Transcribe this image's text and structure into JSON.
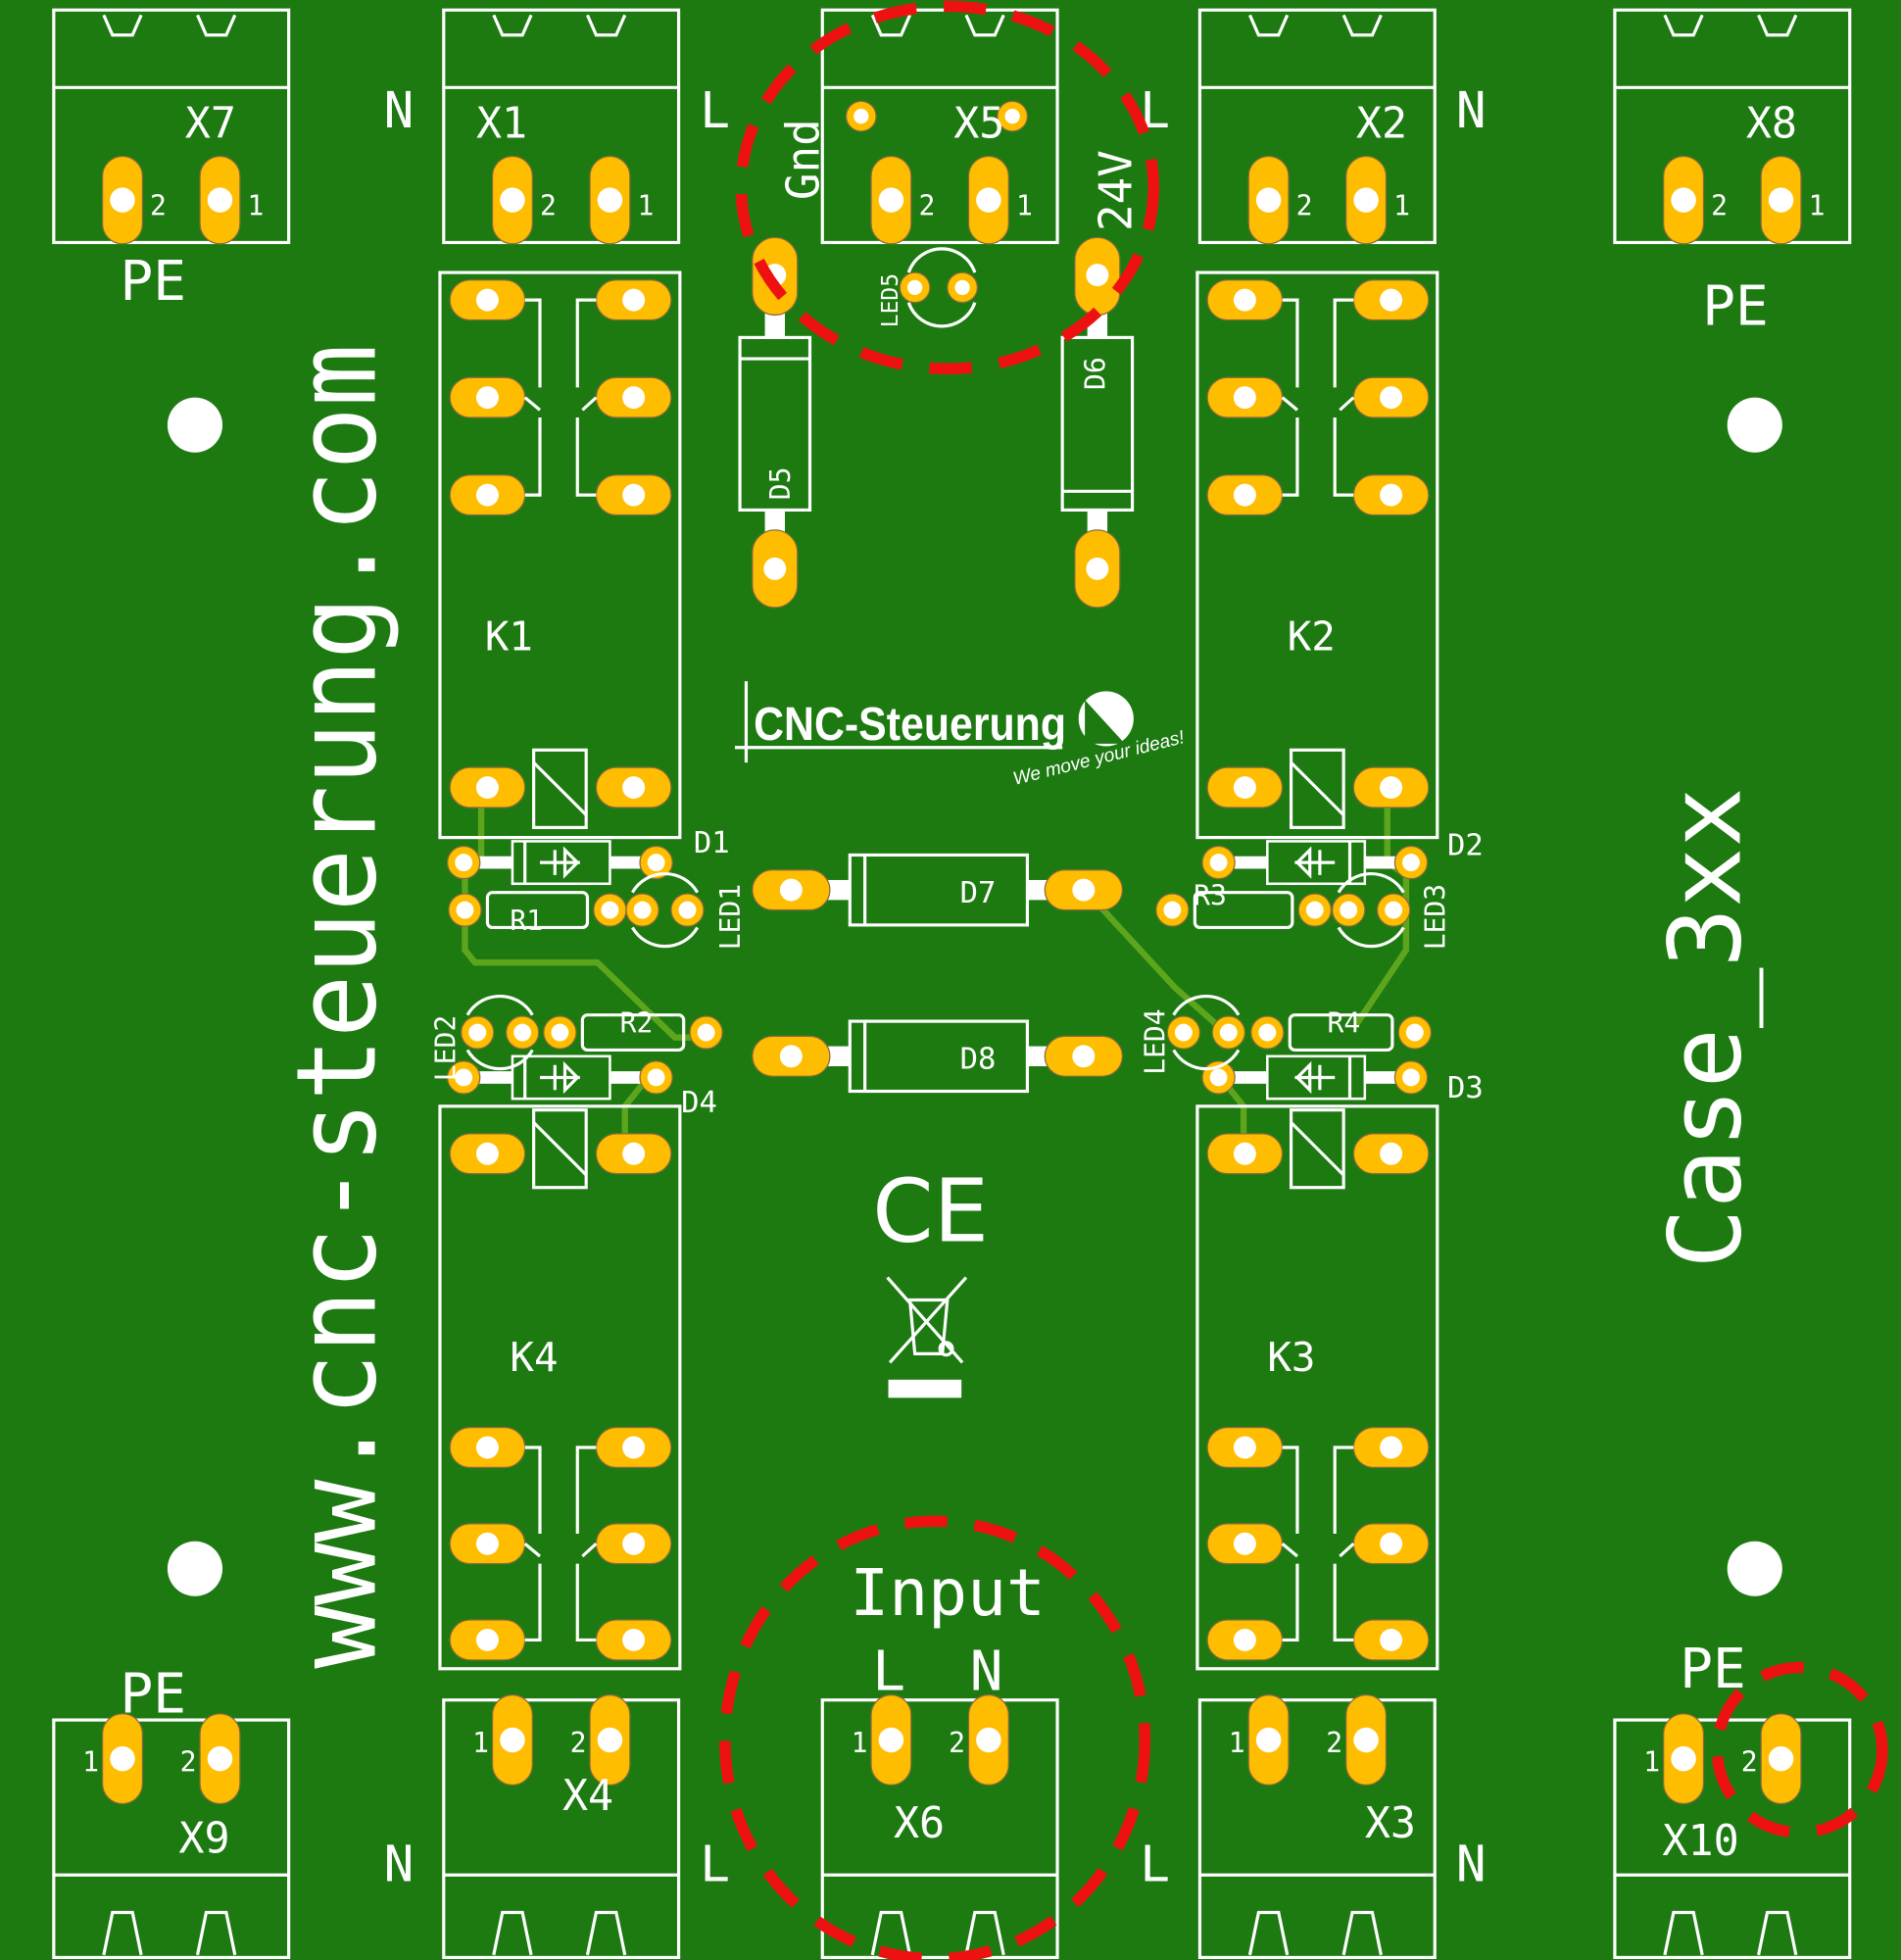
{
  "colors": {
    "board": "#1c7a11",
    "pad": "#ffbd00",
    "silk": "#ffffff",
    "highlight": "#ee1111",
    "trace": "#5da51d"
  },
  "website": "www.cnc-steuerung.com",
  "case_label": "Case_3xx",
  "logo": {
    "name": "CNC-Steuerung",
    "slogan": "We move your ideas!"
  },
  "marks": {
    "ce": "CE"
  },
  "connectors": {
    "X7": {
      "ref": "X7",
      "pins": [
        "2",
        "1"
      ],
      "label": "PE"
    },
    "X1": {
      "ref": "X1",
      "pins": [
        "2",
        "1"
      ],
      "left": "N",
      "right": "L"
    },
    "X5": {
      "ref": "X5",
      "pins": [
        "2",
        "1"
      ],
      "left": "Gnd",
      "right": "24V"
    },
    "X2": {
      "ref": "X2",
      "pins": [
        "2",
        "1"
      ],
      "left": "L",
      "right": "N"
    },
    "X8": {
      "ref": "X8",
      "pins": [
        "2",
        "1"
      ],
      "label": "PE"
    },
    "X9": {
      "ref": "X9",
      "pins": [
        "1",
        "2"
      ],
      "label": "PE"
    },
    "X4": {
      "ref": "X4",
      "pins": [
        "1",
        "2"
      ],
      "left": "N",
      "right": "L"
    },
    "X6": {
      "ref": "X6",
      "pins": [
        "1",
        "2"
      ],
      "title": "Input",
      "pinlabels": [
        "L",
        "N"
      ],
      "left": "L"
    },
    "X3": {
      "ref": "X3",
      "pins": [
        "1",
        "2"
      ],
      "left": "L",
      "right": "N"
    },
    "X10": {
      "ref": "X10",
      "pins": [
        "1",
        "2"
      ],
      "label": "PE"
    }
  },
  "relays": [
    "K1",
    "K2",
    "K3",
    "K4"
  ],
  "diodes": [
    "D1",
    "D2",
    "D3",
    "D4",
    "D5",
    "D6",
    "D7",
    "D8"
  ],
  "leds": [
    "LED1",
    "LED2",
    "LED3",
    "LED4",
    "LED5"
  ],
  "resistors": [
    "R1",
    "R2",
    "R3",
    "R4"
  ]
}
